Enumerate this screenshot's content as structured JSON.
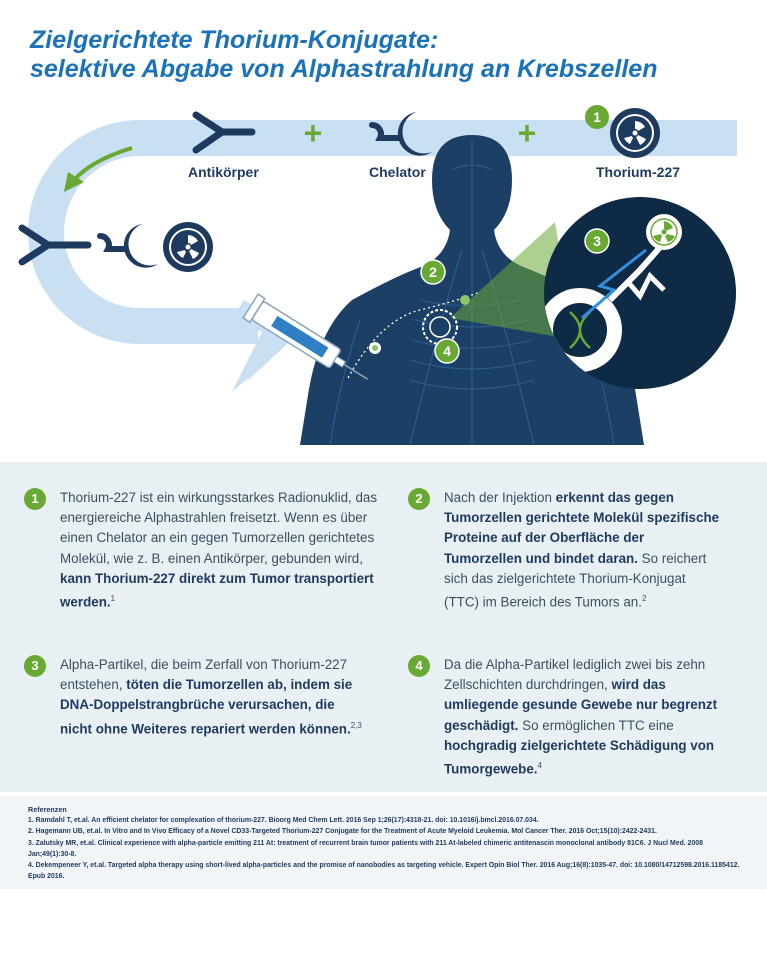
{
  "title": {
    "line1": "Zielgerichtete Thorium-Konjugate:",
    "line2": "selektive Abgabe von Alphastrahlung an Krebszellen"
  },
  "diagram": {
    "label_antibody": "Antikörper",
    "label_chelator": "Chelator",
    "label_thorium": "Thorium-227",
    "plus": "+",
    "step_numbers": [
      "1",
      "2",
      "3",
      "4"
    ]
  },
  "colors": {
    "title": "#1b72b9",
    "navy": "#1f3a5f",
    "green": "#6aa834",
    "light_blue": "#c9dff2",
    "body_blue": "#1c3f66"
  },
  "steps": [
    {
      "num": "1",
      "t1": "Thorium-227 ist ein wirkungsstarkes Radionuklid, das energiereiche Alphastrahlen freisetzt. Wenn es über einen Chelator an ein gegen Tumorzellen gerichtetes Molekül, wie z. B. einen Antikörper, gebunden wird, ",
      "b1": "kann Thorium-227 direkt zum Tumor transportiert werden.",
      "sup": "1"
    },
    {
      "num": "2",
      "t1": "Nach der Injektion ",
      "b1": "erkennt das gegen Tumorzellen gerichtete Molekül spezifische Proteine auf der Oberfläche der Tumorzellen und bindet daran.",
      "t2": " So reichert sich das zielgerichtete Thorium-Konjugat (TTC) im Bereich des Tumors an.",
      "sup": "2"
    },
    {
      "num": "3",
      "t1": "Alpha-Partikel, die beim Zerfall von Thorium-227 entstehen, ",
      "b1": "töten die Tumorzellen ab, indem sie DNA-Doppelstrangbrüche verursachen, die nicht ohne Weiteres repariert werden können.",
      "sup": "2,3"
    },
    {
      "num": "4",
      "t1": "Da die Alpha-Partikel lediglich zwei bis zehn Zellschichten durchdringen, ",
      "b1": "wird das umliegende gesunde Gewebe nur begrenzt geschädigt.",
      "t2": " So ermöglichen TTC eine ",
      "b2": "hochgradig zielgerichtete Schädigung von Tumorgewebe.",
      "sup": "4"
    }
  ],
  "references": {
    "heading": "Referenzen",
    "items": [
      "1. Ramdahl T, et.al. An efficient chelator for complexation of thorium-227. Bioorg Med Chem Lett. 2016 Sep 1;26(17):4318-21. doi: 10.1016/j.bmcl.2016.07.034.",
      "2. Hagemann UB, et.al. In Vitro and In Vivo Efficacy of a Novel CD33-Targeted Thorium-227 Conjugate for the Treatment of Acute Myeloid Leukemia. Mol Cancer Ther. 2016 Oct;15(10):2422-2431.",
      "3. Zalutsky MR, et.al. Clinical experience with alpha-particle emitting 211 At: treatment of recurrent brain tumor patients with 211 At-labeled chimeric antitenascin monoclonal antibody 81C6. J Nucl Med. 2008 Jan;49(1):30-8.",
      "4. Dekempeneer Y, et.al. Targeted alpha therapy using short-lived alpha-particles and the promise of nanobodies as targeting vehicle. Expert Opin Biol Ther. 2016 Aug;16(8):1035-47. doi: 10.1080/14712598.2016.1185412. Epub 2016."
    ]
  }
}
